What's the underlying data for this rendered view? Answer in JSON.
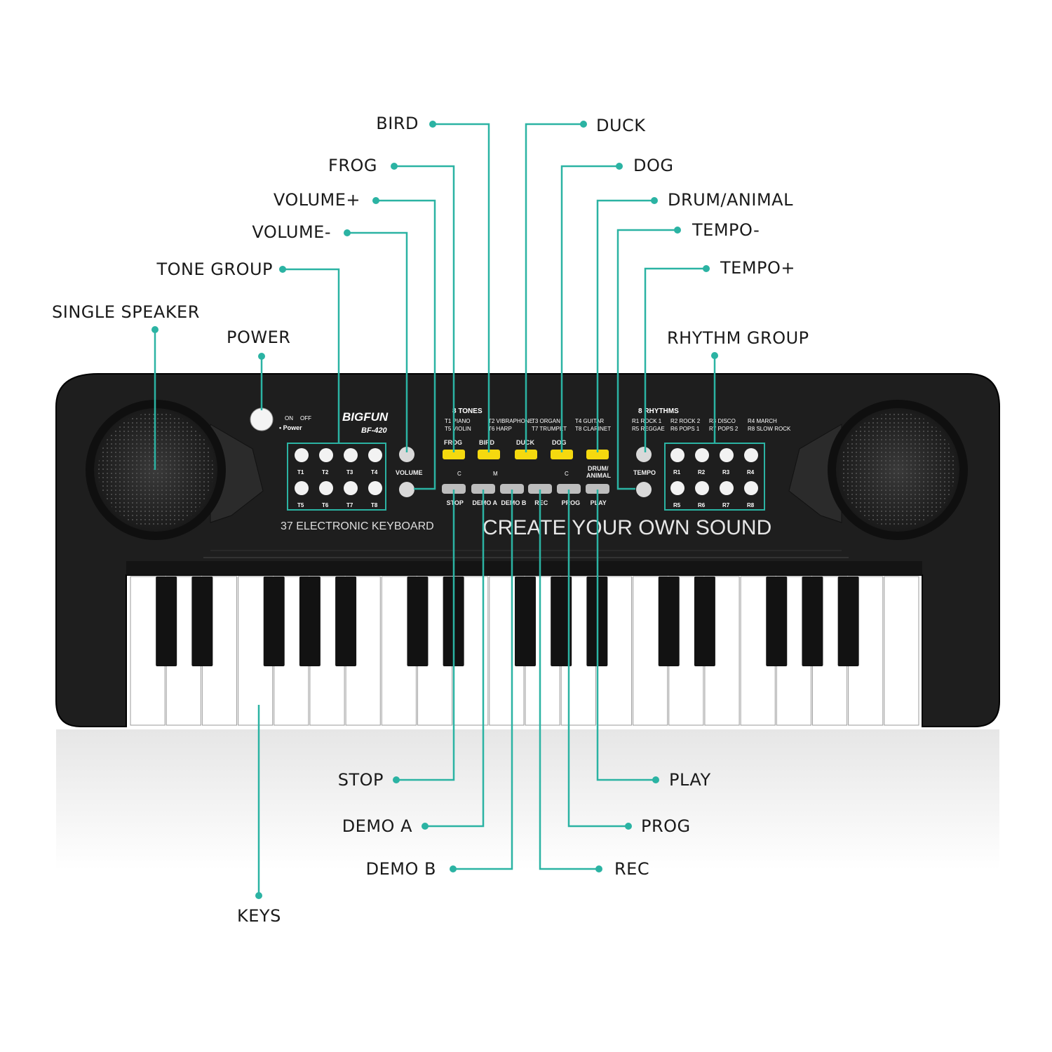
{
  "colors": {
    "leader": "#2bb3a3",
    "keyboard_body": "#1d1d1d",
    "accent_yellow": "#f5d90f",
    "white_key": "#ffffff",
    "black_key": "#111111"
  },
  "panel": {
    "brand": "BIGFUN",
    "model": "BF-420",
    "power_on": "ON",
    "power_off": "OFF",
    "power_label": "• Power",
    "volume_label": "VOLUME",
    "tempo_label": "TEMPO",
    "tones_title": "8 TONES",
    "rhythms_title": "8 RHYTHMS",
    "tones": [
      "T1 PIANO",
      "T2 VIBRAPHONE",
      "T3 ORGAN",
      "T4 GUITAR",
      "T5 VIOLIN",
      "T6 HARP",
      "T7 TRUMPET",
      "T8 CLARINET"
    ],
    "rhythms": [
      "R1 ROCK 1",
      "R2 ROCK 2",
      "R3 DISCO",
      "R4 MARCH",
      "R5 REGGAE",
      "R6 POPS 1",
      "R7 POPS 2",
      "R8 SLOW ROCK"
    ],
    "tone_buttons": [
      "T1",
      "T2",
      "T3",
      "T4",
      "T5",
      "T6",
      "T7",
      "T8"
    ],
    "rhythm_buttons": [
      "R1",
      "R2",
      "R3",
      "R4",
      "R5",
      "R6",
      "R7",
      "R8"
    ],
    "animal_buttons": [
      "FROG",
      "BIRD",
      "DUCK",
      "DOG"
    ],
    "drum_animal": [
      "DRUM/",
      "ANIMAL"
    ],
    "function_buttons": [
      "STOP",
      "DEMO A",
      "DEMO B",
      "REC",
      "PROG",
      "PLAY"
    ],
    "icon_c": "C",
    "icon_m": "M",
    "left_caption": "37 ELECTRONIC KEYBOARD",
    "right_caption": "CREATE YOUR OWN SOUND"
  },
  "callouts": {
    "bird": "BIRD",
    "duck": "DUCK",
    "frog": "FROG",
    "dog": "DOG",
    "volume_plus": "VOLUME+",
    "drum_animal": "DRUM/ANIMAL",
    "volume_minus": "VOLUME-",
    "tempo_minus": "TEMPO-",
    "tone_group": "TONE GROUP",
    "tempo_plus": "TEMPO+",
    "single_speaker": "SINGLE SPEAKER",
    "power": "POWER",
    "rhythm_group": "RHYTHM GROUP",
    "stop": "STOP",
    "play": "PLAY",
    "demo_a": "DEMO A",
    "prog": "PROG",
    "demo_b": "DEMO B",
    "rec": "REC",
    "keys": "KEYS"
  }
}
